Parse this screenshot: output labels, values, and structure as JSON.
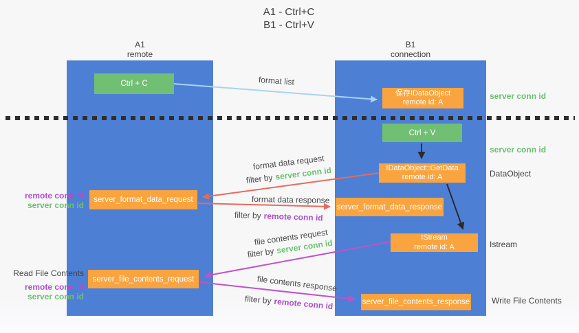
{
  "title": {
    "line1": "A1 - Ctrl+C",
    "line2": "B1 - Ctrl+V"
  },
  "columns": {
    "a1": {
      "name": "A1",
      "subtitle": "remote"
    },
    "b1": {
      "name": "B1",
      "subtitle": "connection"
    }
  },
  "nodes": {
    "ctrl_c": {
      "label": "Ctrl + C"
    },
    "save_idataobject": {
      "line1": "保存IDataObject",
      "line2": "remote id: A"
    },
    "ctrl_v": {
      "label": "Ctrl + V"
    },
    "getdata": {
      "line1": "IDataObject::GetData",
      "line2": "remote id: A"
    },
    "format_request": {
      "label": "server_format_data_request"
    },
    "format_response": {
      "label": "server_format_data_response"
    },
    "istream": {
      "line1": "IStream",
      "line2": "remote id: A"
    },
    "file_request": {
      "label": "server_file_contents_request"
    },
    "file_response": {
      "label": "server_file_contents_response"
    }
  },
  "edge_labels": {
    "format_list": "format list",
    "format_data_request": "format data request",
    "format_data_request_filter": {
      "prefix": "filter by",
      "key": "server conn id"
    },
    "format_data_response": "format data response",
    "format_data_response_filter": {
      "prefix": "filter by",
      "key": "remote conn id"
    },
    "file_contents_request": "file contents request",
    "file_contents_request_filter": {
      "prefix": "filter by",
      "key": "server conn id"
    },
    "file_contents_response": "file contents response",
    "file_contents_response_filter": {
      "prefix": "filter by",
      "key": "remote conn id"
    }
  },
  "annotations": {
    "left_format": {
      "remote": "remote conn id",
      "server": "server conn id"
    },
    "left_file": {
      "title": "Read File Contents",
      "remote": "remote conn id",
      "server": "server conn id"
    },
    "right_top_conn": "server conn id",
    "right_mid_conn": "server conn id",
    "right_dataobject": "DataObject",
    "right_istream": "Istream",
    "right_write": "Write File Contents"
  },
  "colors": {
    "column_blue": "#4d80d5",
    "node_green": "#71bf73",
    "node_orange": "#f9a43f",
    "arrow_red": "#e8695e",
    "arrow_magenta": "#c052c8",
    "arrow_lightblue": "#a9d3f2",
    "arrow_black": "#2b2b2b",
    "text_green": "#6cbf72",
    "text_purple": "#ac4fc9"
  }
}
